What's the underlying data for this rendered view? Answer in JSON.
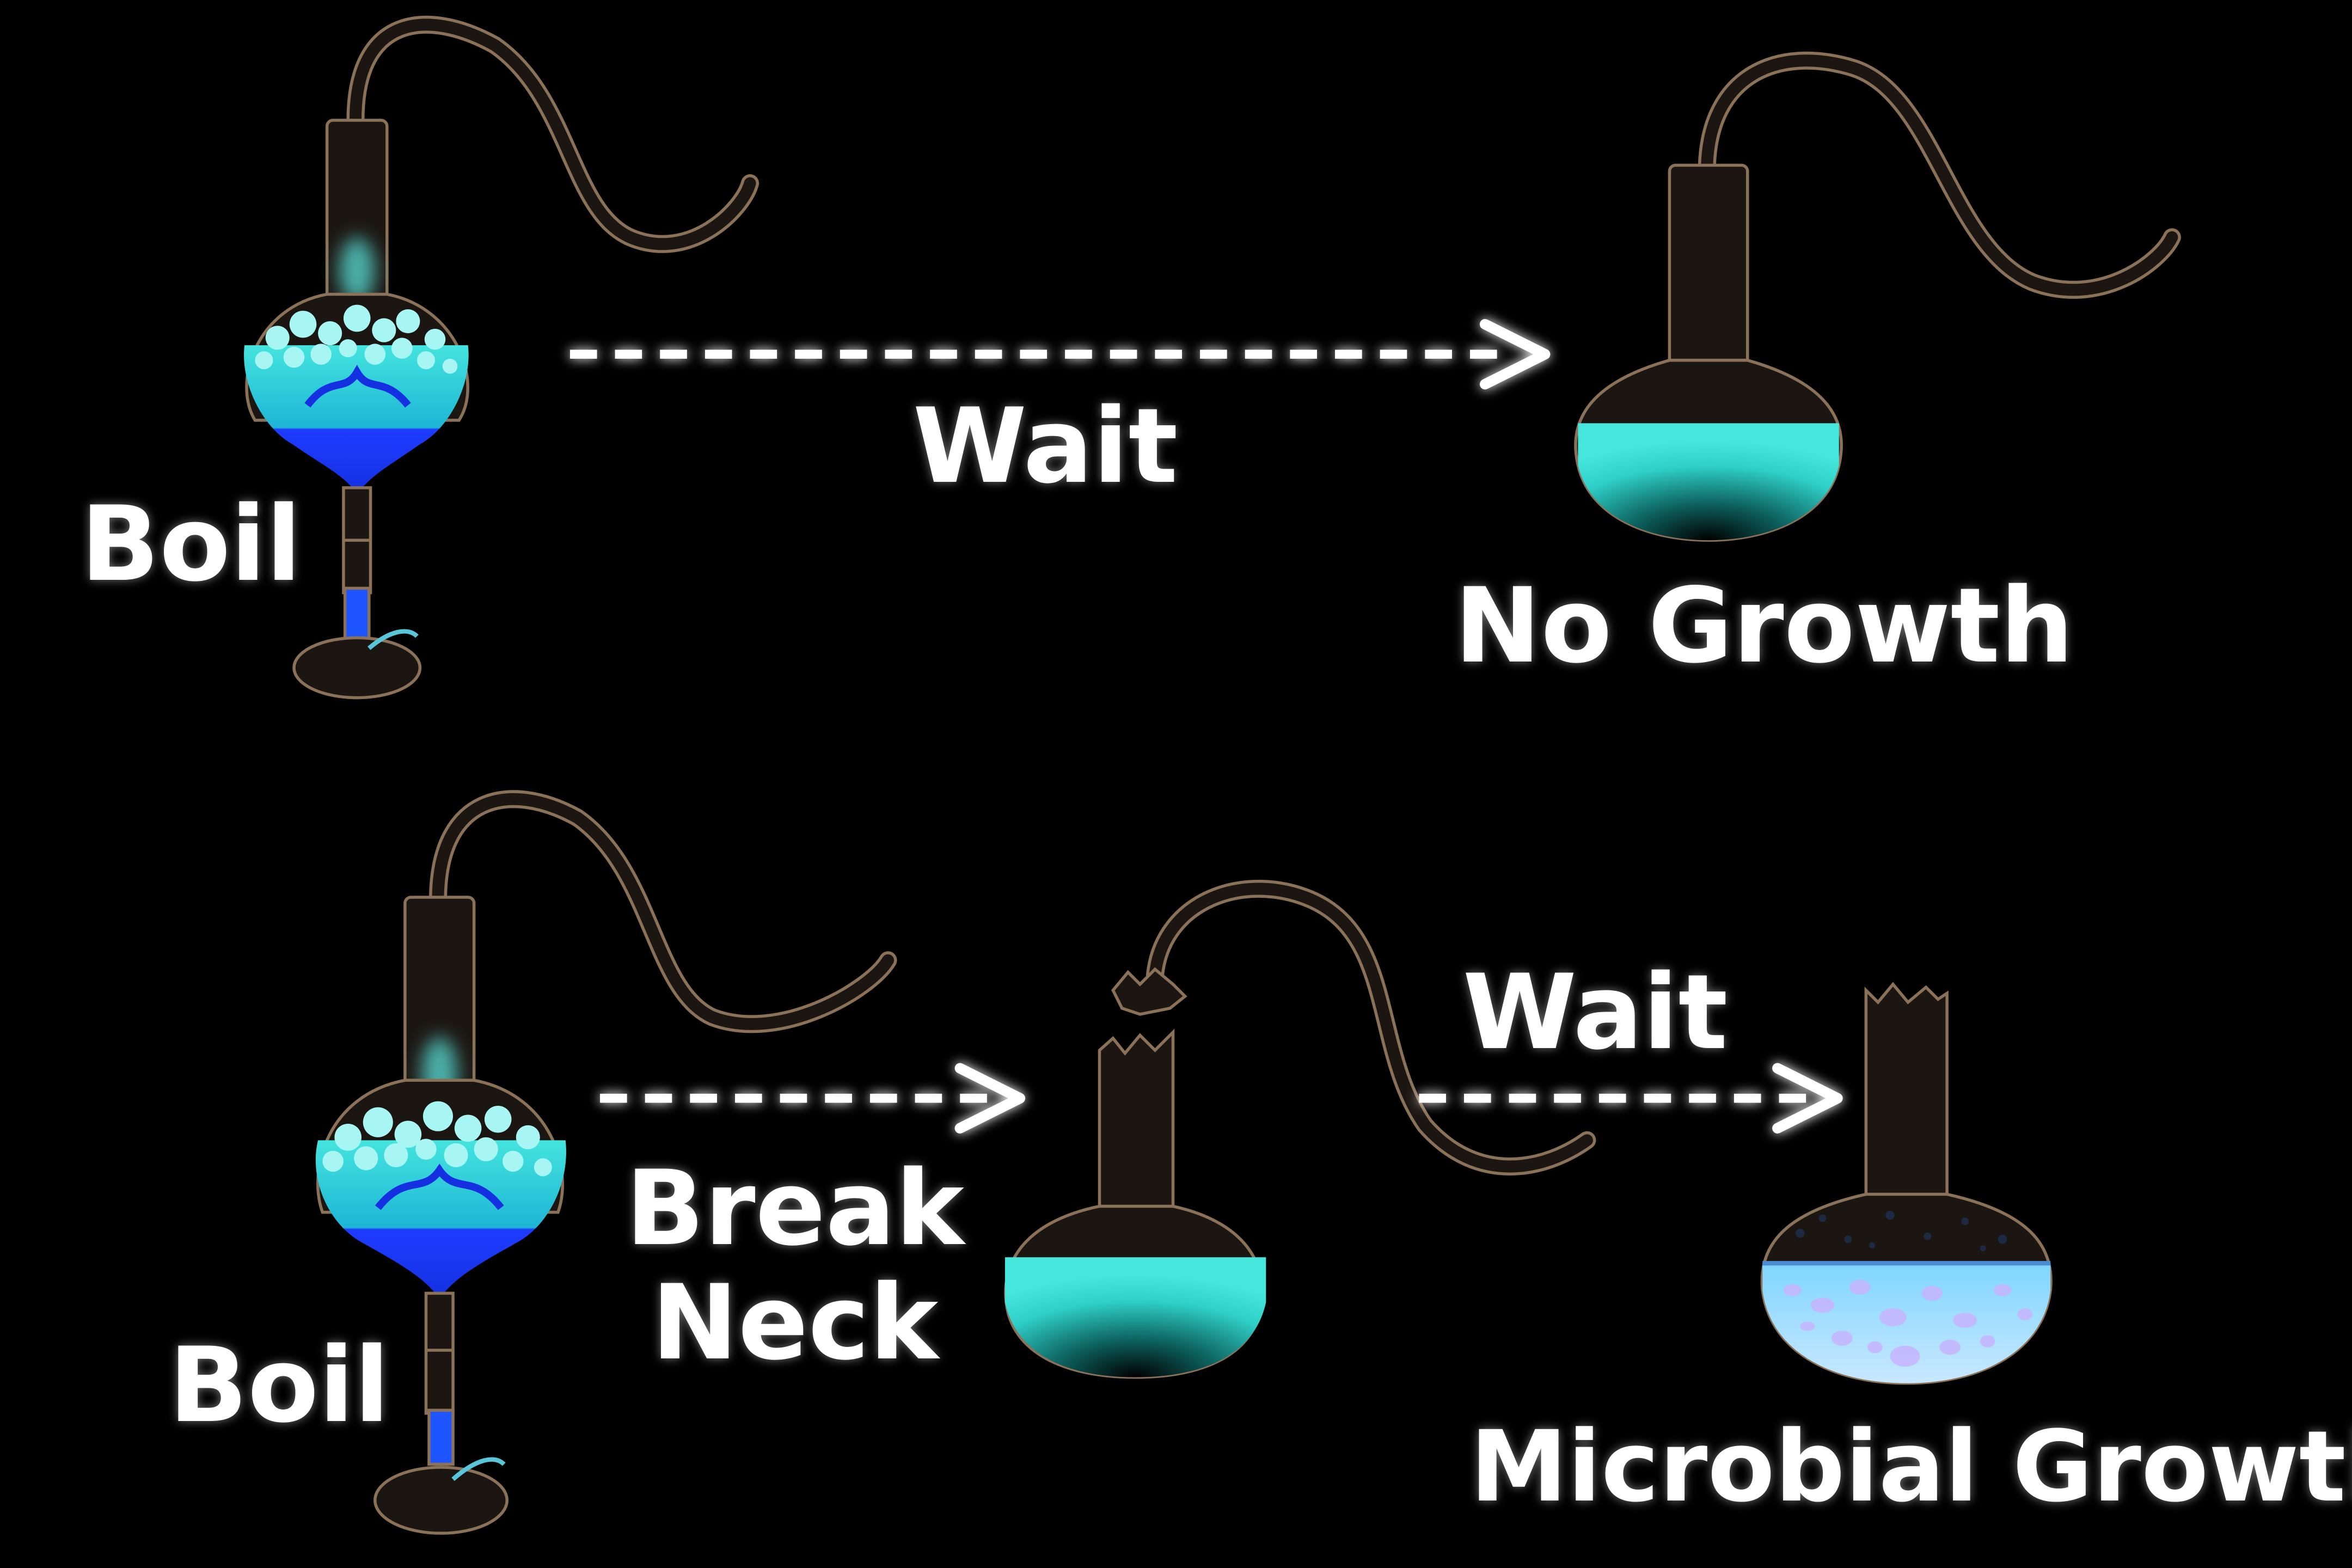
{
  "colors": {
    "background": "#000000",
    "glass": "#1c1612",
    "glass_outline": "#8a7158",
    "liquid": "#3fe0d8",
    "heated_liquid": "#1d3cff",
    "bubbles": "#a8f6f3",
    "microbes": "#c8b4ff",
    "burner_flame": "#1f55ff",
    "arrow": "#ffffff",
    "divider": "#ffffff"
  },
  "top_row": {
    "boil_label": "Boil",
    "wait_label": "Wait",
    "result_label": "No Growth"
  },
  "bottom_row": {
    "boil_label": "Boil",
    "break_label_line1": "Break",
    "break_label_line2": "Neck",
    "wait_label": "Wait",
    "result_label": "Microbial Growth"
  },
  "icons": {
    "flask": "swan-neck-flask-icon",
    "burner": "bunsen-burner-icon",
    "arrow": "dashed-arrow-icon"
  }
}
